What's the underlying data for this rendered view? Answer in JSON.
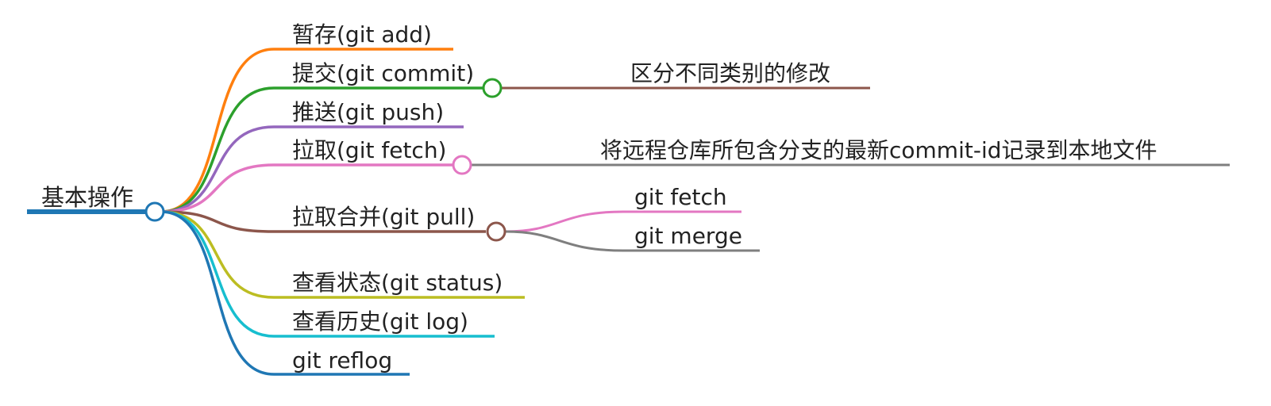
{
  "mindmap": {
    "root": {
      "label": "基本操作",
      "color": "#1f77b4"
    },
    "branches": [
      {
        "label": "暂存(git add)",
        "color": "#ff7f0e",
        "children": []
      },
      {
        "label": "提交(git commit)",
        "color": "#2ca02c",
        "children": [
          {
            "label": "区分不同类别的修改",
            "color": "#8c564b"
          }
        ]
      },
      {
        "label": "推送(git push)",
        "color": "#9467bd",
        "children": []
      },
      {
        "label": "拉取(git fetch)",
        "color": "#e377c2",
        "children": [
          {
            "label": "将远程仓库所包含分支的最新commit-id记录到本地文件",
            "color": "#7f7f7f"
          }
        ]
      },
      {
        "label": "拉取合并(git pull)",
        "color": "#8c564b",
        "children": [
          {
            "label": "git fetch",
            "color": "#e377c2"
          },
          {
            "label": "git merge",
            "color": "#7f7f7f"
          }
        ]
      },
      {
        "label": "查看状态(git status)",
        "color": "#bcbd22",
        "children": []
      },
      {
        "label": "查看历史(git log)",
        "color": "#17becf",
        "children": []
      },
      {
        "label": "git reflog",
        "color": "#1f77b4",
        "children": []
      }
    ]
  }
}
